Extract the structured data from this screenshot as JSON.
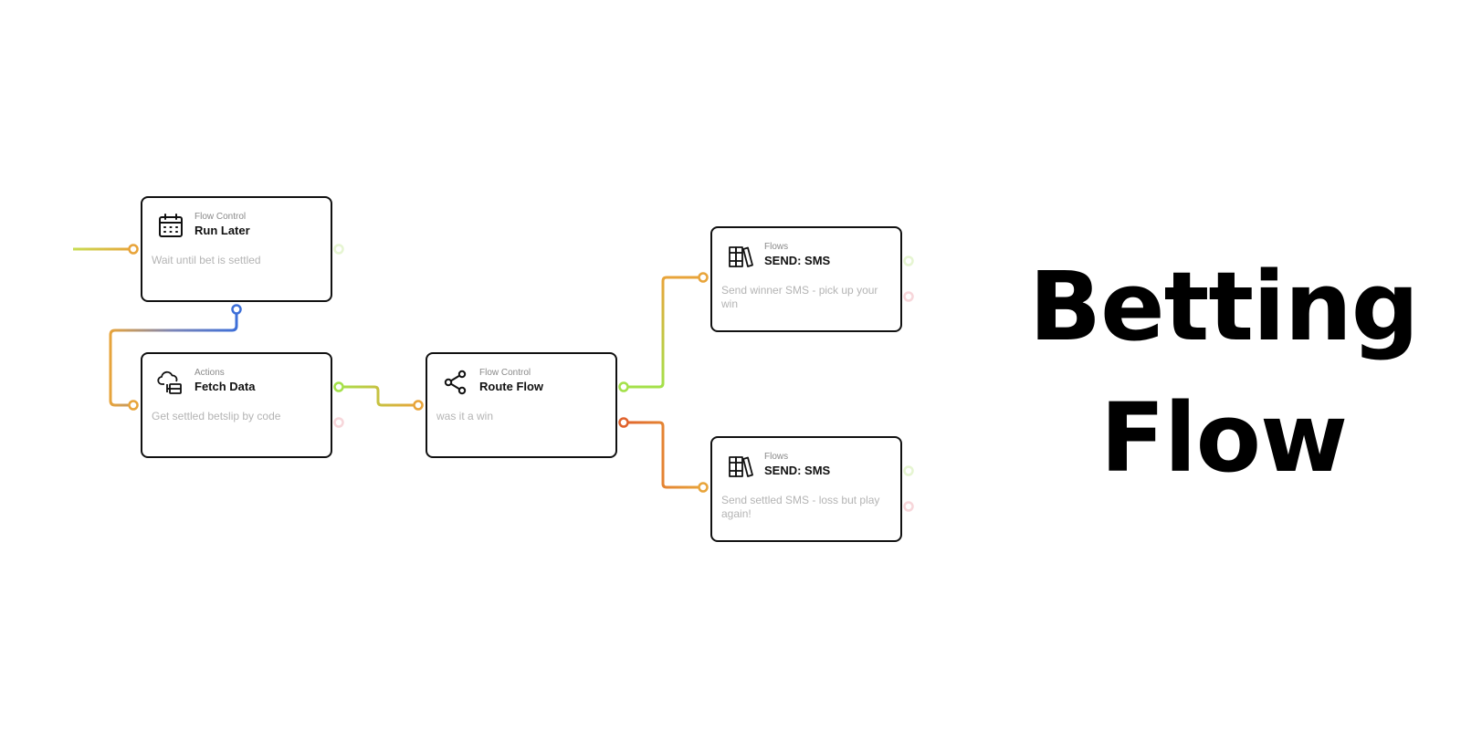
{
  "heading": {
    "line1": "Betting",
    "line2": "Flow"
  },
  "nodes": [
    {
      "id": "run-later",
      "category": "Flow Control",
      "title": "Run Later",
      "description": "Wait until bet is settled",
      "icon": "calendar-icon"
    },
    {
      "id": "fetch-data",
      "category": "Actions",
      "title": "Fetch Data",
      "description": "Get settled betslip by code",
      "icon": "cloud-database-icon"
    },
    {
      "id": "route-flow",
      "category": "Flow Control",
      "title": "Route Flow",
      "description": "was it a win",
      "icon": "share-icon"
    },
    {
      "id": "send-sms-win",
      "category": "Flows",
      "title": "SEND: SMS",
      "description": "Send winner SMS - pick up your win",
      "icon": "library-icon"
    },
    {
      "id": "send-sms-loss",
      "category": "Flows",
      "title": "SEND: SMS",
      "description": "Send settled SMS - loss but play again!",
      "icon": "library-icon"
    }
  ],
  "colors": {
    "green": "#a4e14a",
    "orange": "#e8a43a",
    "blue": "#3d6fd8",
    "red": "#e0622c",
    "faded_green": "#e6f5d2",
    "faded_pink": "#f7d6da",
    "node_border": "#111111"
  }
}
